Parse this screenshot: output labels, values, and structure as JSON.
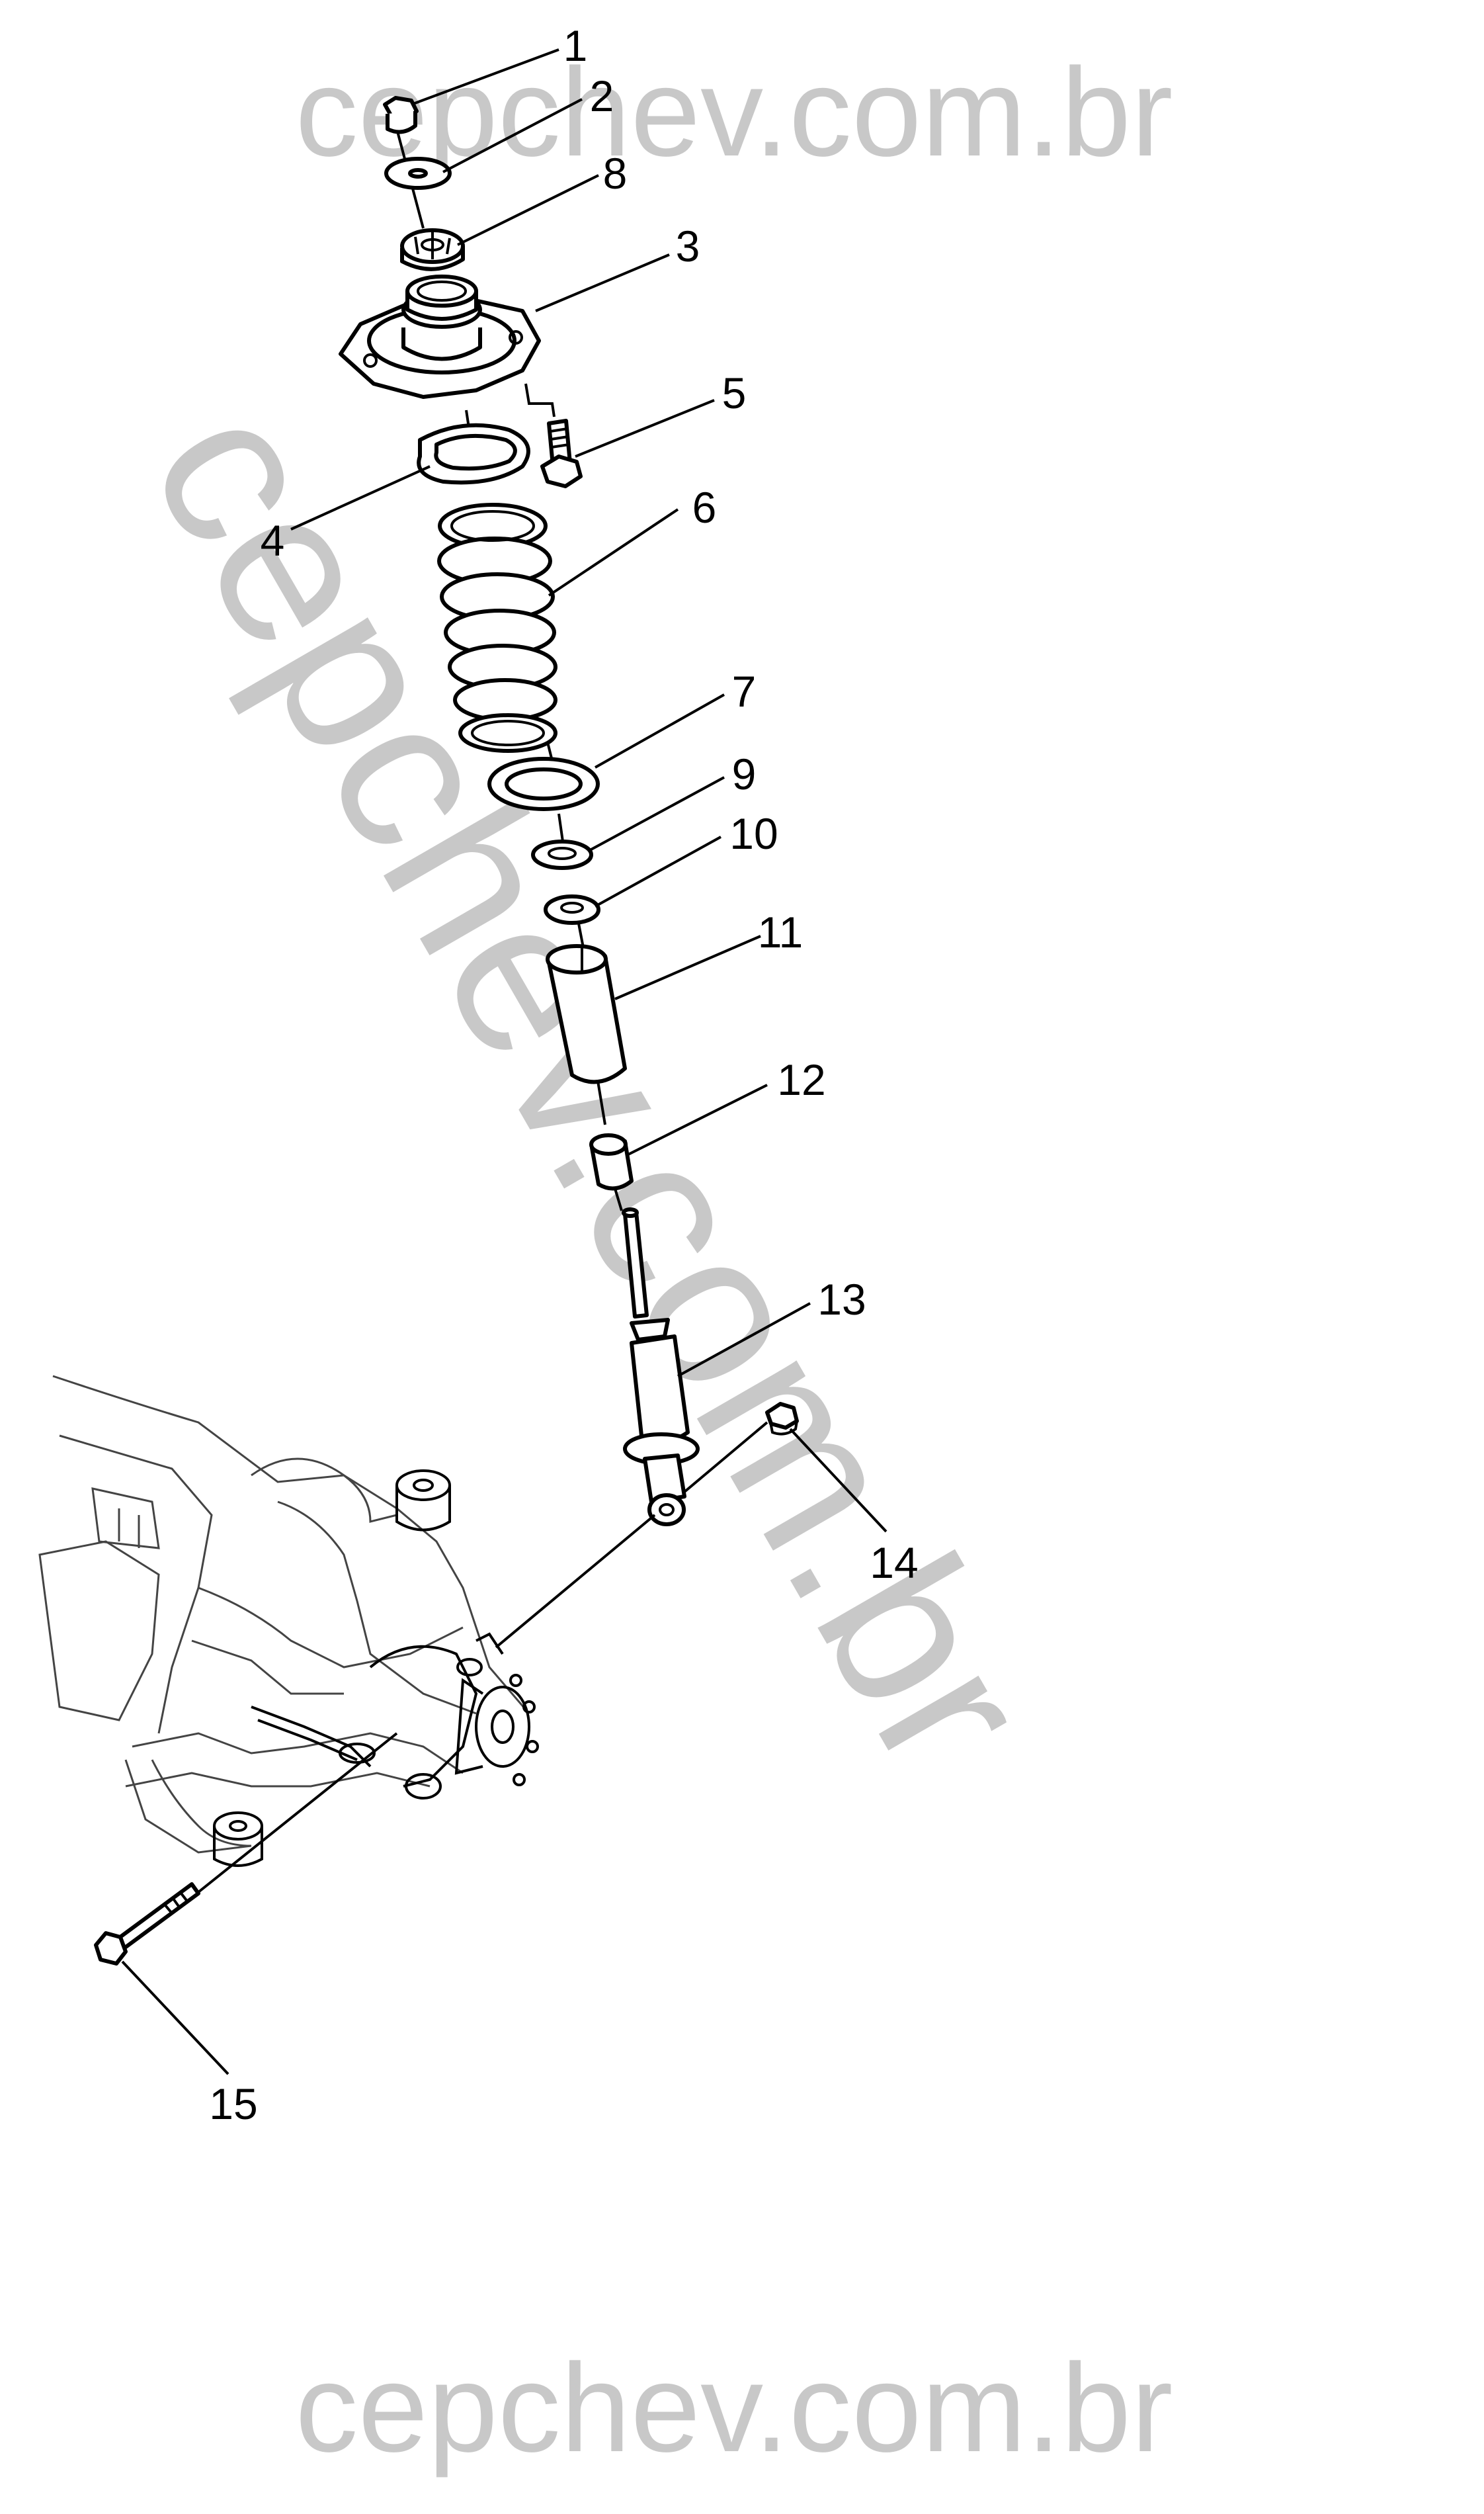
{
  "watermarks": {
    "top": "cepchev.com.br",
    "diagonal": "cepchev.com.br",
    "bottom": "cepchev.com.br"
  },
  "callouts": [
    "1",
    "2",
    "8",
    "3",
    "5",
    "4",
    "6",
    "7",
    "9",
    "10",
    "11",
    "12",
    "13",
    "14",
    "15"
  ]
}
